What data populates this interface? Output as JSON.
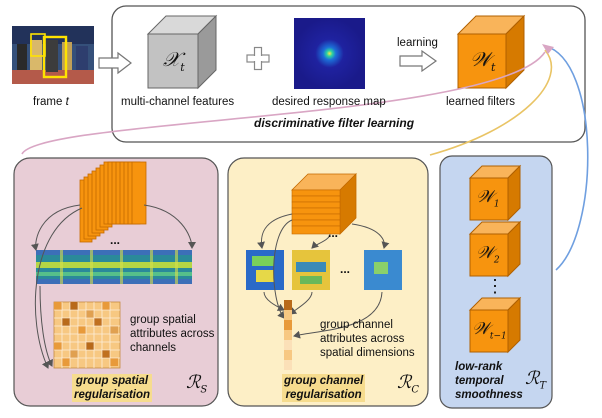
{
  "top": {
    "frame_label_prefix": "frame",
    "frame_label_var": "t",
    "features_label": "multi-channel features",
    "features_symbol": "𝒳",
    "features_sub": "t",
    "response_label": "desired response map",
    "learning_label": "learning",
    "filters_label": "learned filters",
    "filters_symbol": "𝒲",
    "filters_sub": "t",
    "section_title": "discriminative filter learning",
    "plus": "+",
    "dots": "..."
  },
  "spatial": {
    "text_line1": "group spatial",
    "text_line2": "attributes across",
    "text_line3": "channels",
    "title_line1": "group spatial",
    "title_line2": "regularisation",
    "symbol": "ℛ",
    "sub": "S",
    "dots": "..."
  },
  "channel": {
    "text_line1": "group channel",
    "text_line2": "attributes across",
    "text_line3": "spatial dimensions",
    "title_line1": "group channel",
    "title_line2": "regularisation",
    "symbol": "ℛ",
    "sub": "C",
    "dots": "...",
    "dots_mid": "..."
  },
  "temporal": {
    "w1_symbol": "𝒲",
    "w1_sub": "1",
    "w2_symbol": "𝒲",
    "w2_sub": "2",
    "vdots": "⋮",
    "wt_symbol": "𝒲",
    "wt_sub": "t−1",
    "title_line1": "low-rank",
    "title_line2": "temporal",
    "title_line3": "smoothness",
    "symbol": "ℛ",
    "sub": "T"
  },
  "colors": {
    "orange": "#f7940e",
    "orange_dark": "#c46a00",
    "gray_cube": "#b8b8b8",
    "panel_pink": "#e8cdd6",
    "panel_yellow": "#fdefc6",
    "panel_blue": "#c5d6f0",
    "arrow_pink": "#d9a6c4",
    "arrow_yellow": "#e9c465",
    "arrow_blue": "#6f9fe0"
  }
}
